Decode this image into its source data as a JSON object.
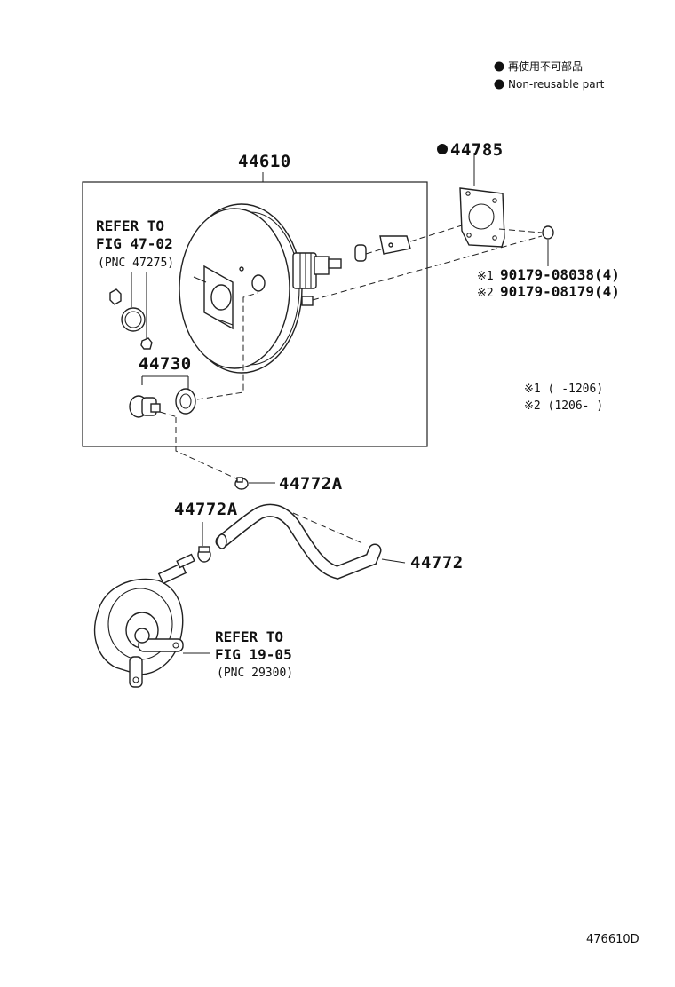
{
  "legend": {
    "line1": "再使用不可部品",
    "line2": "Non-reusable part"
  },
  "labels": {
    "booster": "44610",
    "gasket": "44785",
    "bolt_1": "90179-08038(4)",
    "bolt_2": "90179-08179(4)",
    "bolt_1_marker": "※1",
    "bolt_2_marker": "※2",
    "check_valve": "44730",
    "clip_upper": "44772A",
    "clip_lower": "44772A",
    "hose": "44772"
  },
  "references": {
    "top": {
      "line1": "REFER TO",
      "line2": "FIG 47-02",
      "line3": "(PNC 47275)"
    },
    "bottom": {
      "line1": "REFER TO",
      "line2": "FIG 19-05",
      "line3": "(PNC 29300)"
    }
  },
  "notes": {
    "note1": "※1 (      -1206)",
    "note2": "※2 (1206-      )"
  },
  "figure_id": "476610D",
  "colors": {
    "ink": "#111111",
    "paper": "#ffffff"
  }
}
